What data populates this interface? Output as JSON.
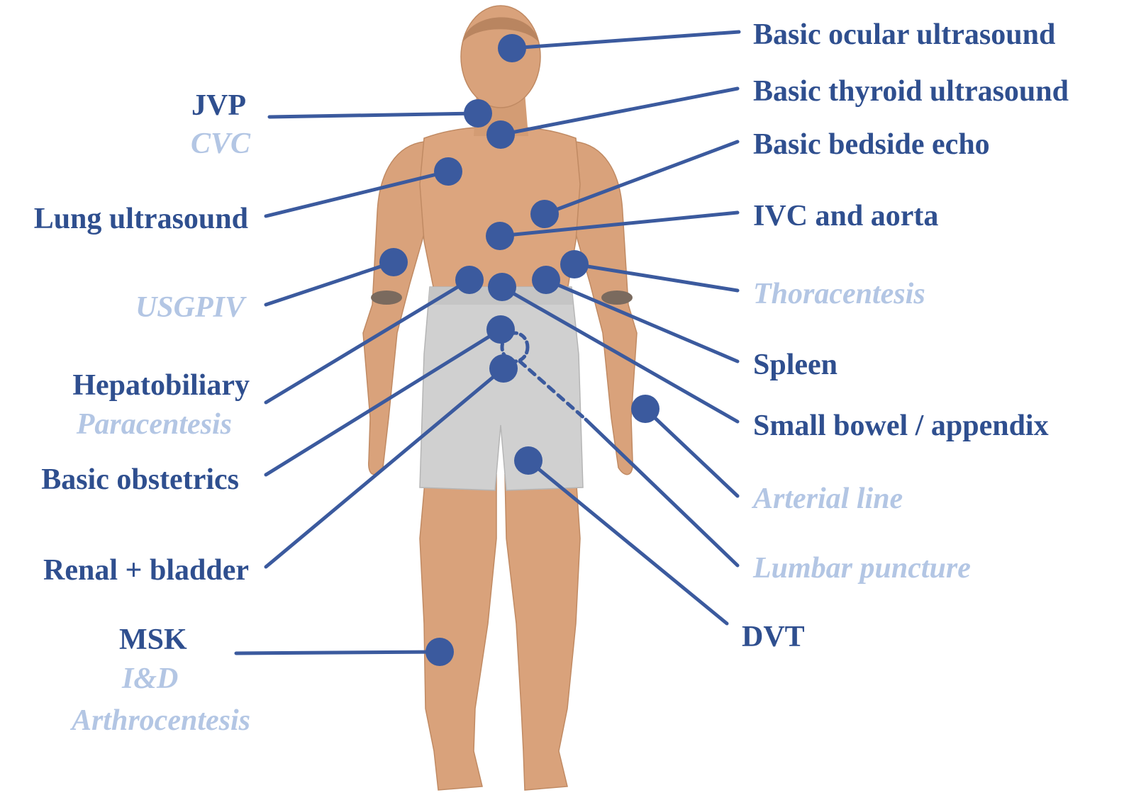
{
  "colors": {
    "primary": "#2f4f8f",
    "secondary": "#b3c6e4",
    "marker": "#3b5a9e",
    "skin": "#d9a27b",
    "shorts": "#cfcfcf"
  },
  "figure": {
    "subject": "mannequin-figure"
  },
  "labels": {
    "left": {
      "jvp": "JVP",
      "cvc": "CVC",
      "lung": "Lung ultrasound",
      "usgpiv": "USGPIV",
      "hepatobiliary": "Hepatobiliary",
      "paracentesis": "Paracentesis",
      "obstetrics": "Basic obstetrics",
      "renal": "Renal + bladder",
      "msk": "MSK",
      "iandd": "I&D",
      "arthrocentesis": "Arthrocentesis"
    },
    "right": {
      "ocular": "Basic ocular ultrasound",
      "thyroid": "Basic thyroid ultrasound",
      "echo": "Basic bedside echo",
      "ivc": "IVC and aorta",
      "thoracentesis": "Thoracentesis",
      "spleen": "Spleen",
      "bowel": "Small bowel / appendix",
      "arterial": "Arterial line",
      "lumbar": "Lumbar puncture",
      "dvt": "DVT"
    }
  }
}
